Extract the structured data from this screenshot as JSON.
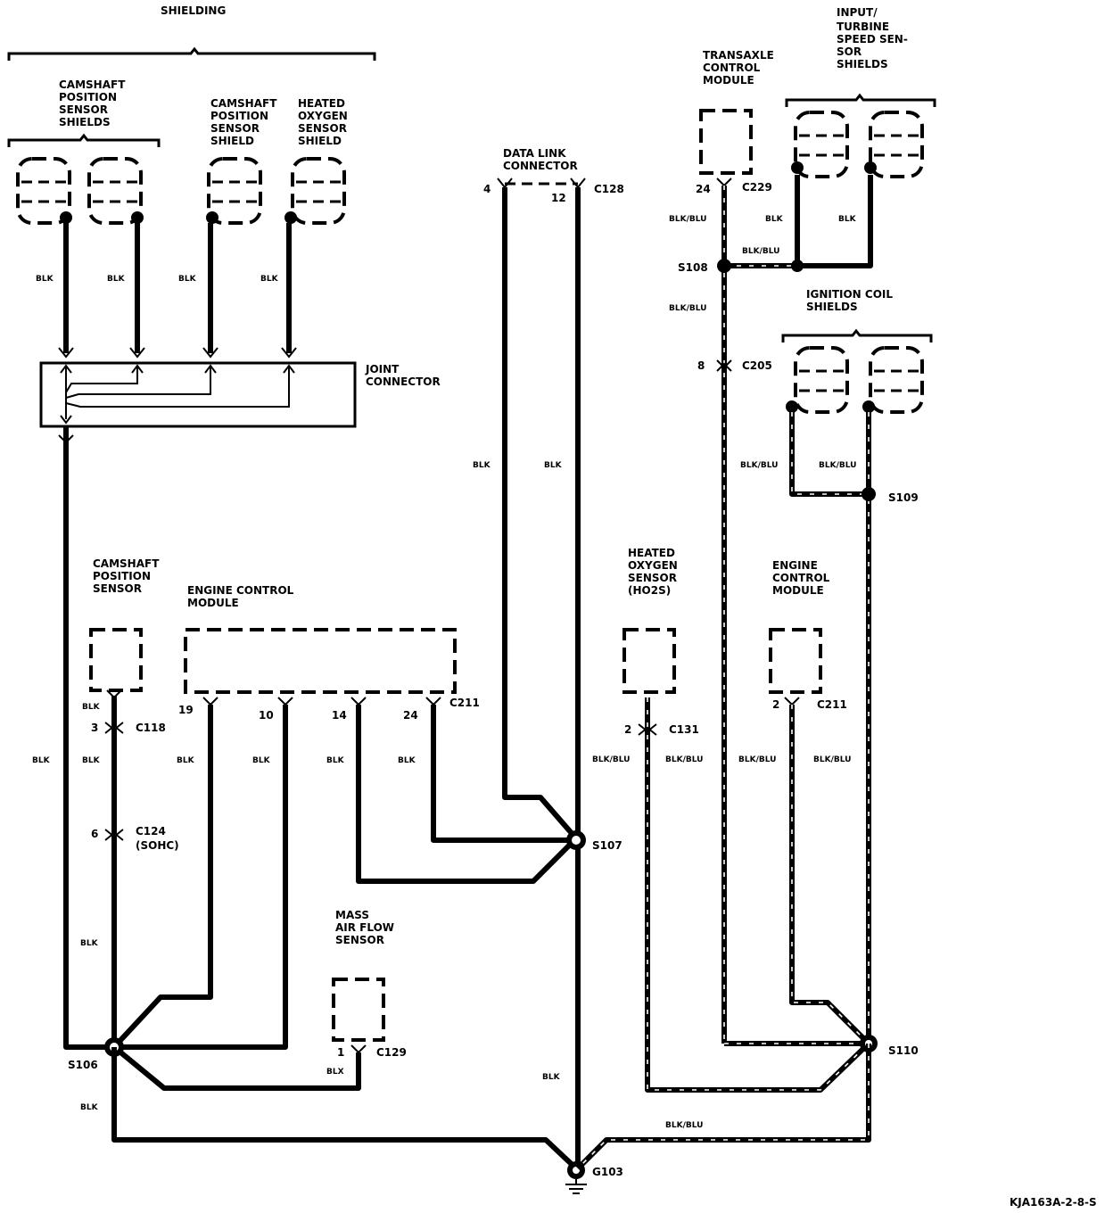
{
  "diagram_id": "KJA163A-2-8-S",
  "labels": {
    "shielding": "SHIELDING",
    "camshaft_position_sensor_shields": [
      "CAMSHAFT",
      "POSITION",
      "SENSOR",
      "SHIELDS"
    ],
    "camshaft_position_sensor_shield": [
      "CAMSHAFT",
      "POSITION",
      "SENSOR",
      "SHIELD"
    ],
    "heated_oxygen_sensor_shield": [
      "HEATED",
      "OXYGEN",
      "SENSOR",
      "SHIELD"
    ],
    "joint_connector": [
      "JOINT",
      "CONNECTOR"
    ],
    "data_link_connector": [
      "DATA LINK",
      "CONNECTOR"
    ],
    "transaxle_control_module": [
      "TRANSAXLE",
      "CONTROL",
      "MODULE"
    ],
    "input_turbine_speed_sensor_shields": [
      "INPUT/",
      "TURBINE",
      "SPEED SEN-",
      "SOR",
      "SHIELDS"
    ],
    "ignition_coil_shields": [
      "IGNITION COIL",
      "SHIELDS"
    ],
    "camshaft_position_sensor": [
      "CAMSHAFT",
      "POSITION",
      "SENSOR"
    ],
    "engine_control_module_left": [
      "ENGINE CONTROL",
      "MODULE"
    ],
    "heated_oxygen_sensor": [
      "HEATED",
      "OXYGEN",
      "SENSOR",
      "(HO2S)"
    ],
    "engine_control_module_right": [
      "ENGINE",
      "CONTROL",
      "MODULE"
    ],
    "mass_air_flow_sensor": [
      "MASS",
      "AIR FLOW",
      "SENSOR"
    ]
  },
  "connectors": {
    "c128": "C128",
    "c229": "C229",
    "c205": "C205",
    "c118": "C118",
    "c124": "C124",
    "c124_note": "(SOHC)",
    "c211_left": "C211",
    "c131": "C131",
    "c211_right": "C211",
    "c129": "C129"
  },
  "pins": {
    "dlc_4": "4",
    "dlc_12": "12",
    "tcm_24": "24",
    "c205_8": "8",
    "c118_3": "3",
    "c124_6": "6",
    "ecm_19": "19",
    "ecm_10": "10",
    "ecm_14": "14",
    "ecm_24": "24",
    "ho2s_2": "2",
    "ecm_r_2": "2",
    "maf_1": "1"
  },
  "splices": {
    "s106": "S106",
    "s107": "S107",
    "s108": "S108",
    "s109": "S109",
    "s110": "S110"
  },
  "ground": "G103",
  "wire_colors": {
    "blk": "BLK",
    "blk_blu": "BLK/BLU",
    "blx": "BLX"
  }
}
